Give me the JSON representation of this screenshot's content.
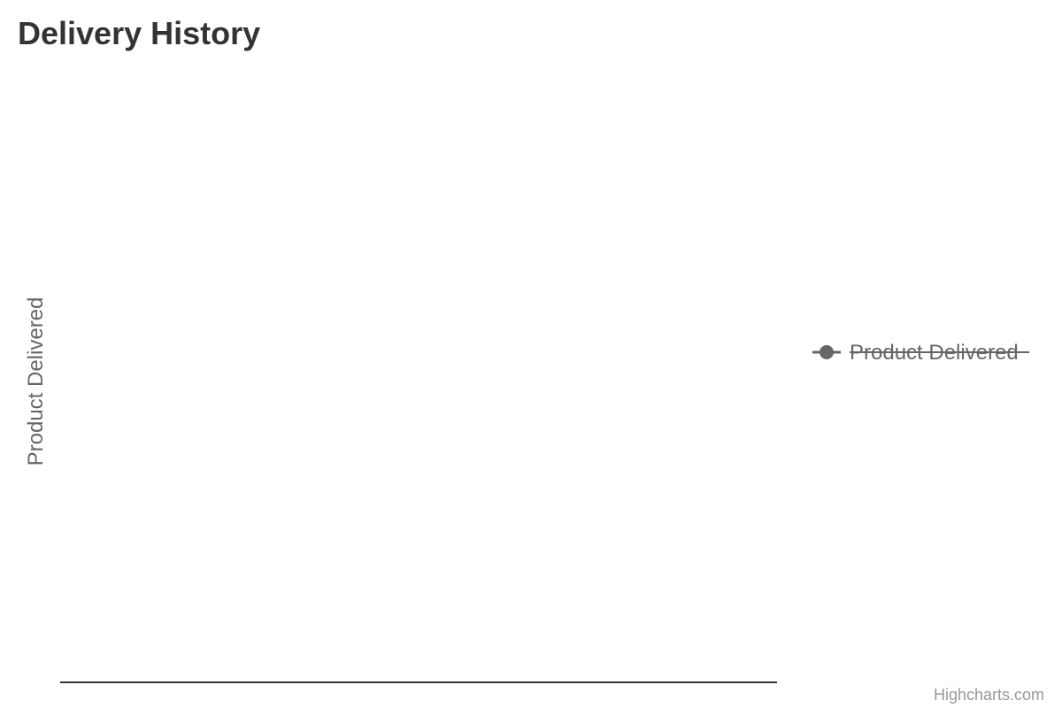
{
  "chart_data": {
    "type": "line",
    "title": "Delivery History",
    "xlabel": "",
    "ylabel": "Product Delivered",
    "grid": false,
    "legend_placement": "right",
    "series": [
      {
        "name": "Product Delivered",
        "values": [],
        "visible": false,
        "color": "#666666"
      }
    ]
  },
  "credits": {
    "text": "Highcharts.com"
  },
  "colors": {
    "title": "#333333",
    "axis_title": "#666666",
    "axis_line": "#333333",
    "legend_hidden": "#666666",
    "credits": "#999999"
  }
}
